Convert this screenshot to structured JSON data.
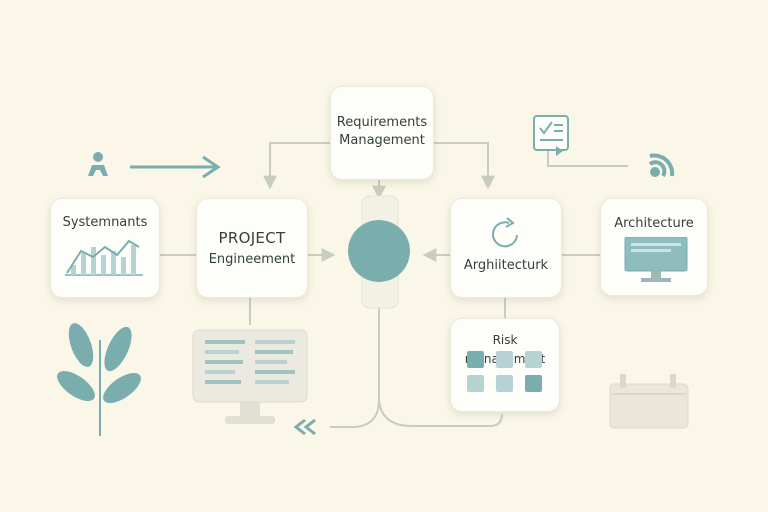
{
  "diagram": {
    "nodes": {
      "requirements": {
        "line1": "Requirements",
        "line2": "Management"
      },
      "systems": {
        "label": "Systemnants"
      },
      "project": {
        "line1": "PROJECT",
        "line2": "Engineement"
      },
      "archi_center": {
        "label": "Arghiitecturk"
      },
      "architecture": {
        "label": "Architecture"
      },
      "risk": {
        "label": "Risk management"
      }
    },
    "colors": {
      "background": "#fbf7e8",
      "accent": "#7aaeae",
      "accent_light": "#b7d2d2",
      "connector": "#c9ccc0"
    },
    "icons": [
      "person-icon",
      "arrow-right-icon",
      "document-check-icon",
      "rss-icon",
      "bar-chart-icon",
      "refresh-icon",
      "monitor-icon",
      "leaf-icon",
      "double-chevron-left-icon",
      "calendar-icon",
      "grid-icon"
    ]
  }
}
